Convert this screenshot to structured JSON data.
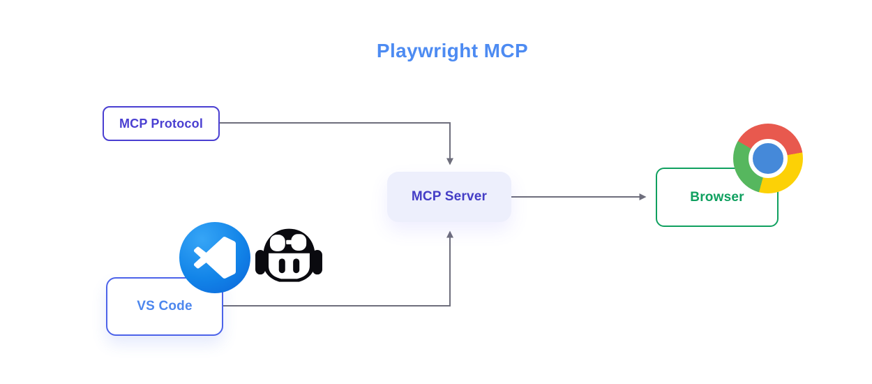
{
  "title": "Playwright MCP",
  "nodes": {
    "mcp_protocol": {
      "label": "MCP Protocol"
    },
    "mcp_server": {
      "label": "MCP Server"
    },
    "browser": {
      "label": "Browser"
    },
    "vs_code": {
      "label": "VS Code"
    }
  },
  "connections": [
    {
      "from": "MCP Protocol",
      "to": "MCP Server",
      "style": "elbow-down-arrow"
    },
    {
      "from": "MCP Server",
      "to": "Browser",
      "style": "straight-right-arrow"
    },
    {
      "from": "VS Code",
      "to": "MCP Server",
      "style": "elbow-up-arrow"
    }
  ],
  "icons": {
    "browser_logo": "chrome-logo",
    "editor_logo": "vs-code-logo",
    "assistant_logo": "github-copilot-logo"
  },
  "colors": {
    "accent_title": "#4D8BF2",
    "accent_indigo": "#4A3FD1",
    "server_fill": "#EDEFFC",
    "server_text": "#443DC6",
    "accent_green": "#0FA05F",
    "vscode_border": "#4C63E9",
    "vscode_text": "#4D87EE",
    "arrow": "#6E6E7C",
    "chrome_red": "#E8594E",
    "chrome_yellow": "#FCD106",
    "chrome_green": "#56B75E",
    "chrome_blue": "#4589D9",
    "vscode_blue": "#1284E8",
    "vscode_blue_light": "#36A5F6",
    "vscode_blue_dark": "#0B63D8",
    "copilot_black": "#0A0A0F"
  }
}
